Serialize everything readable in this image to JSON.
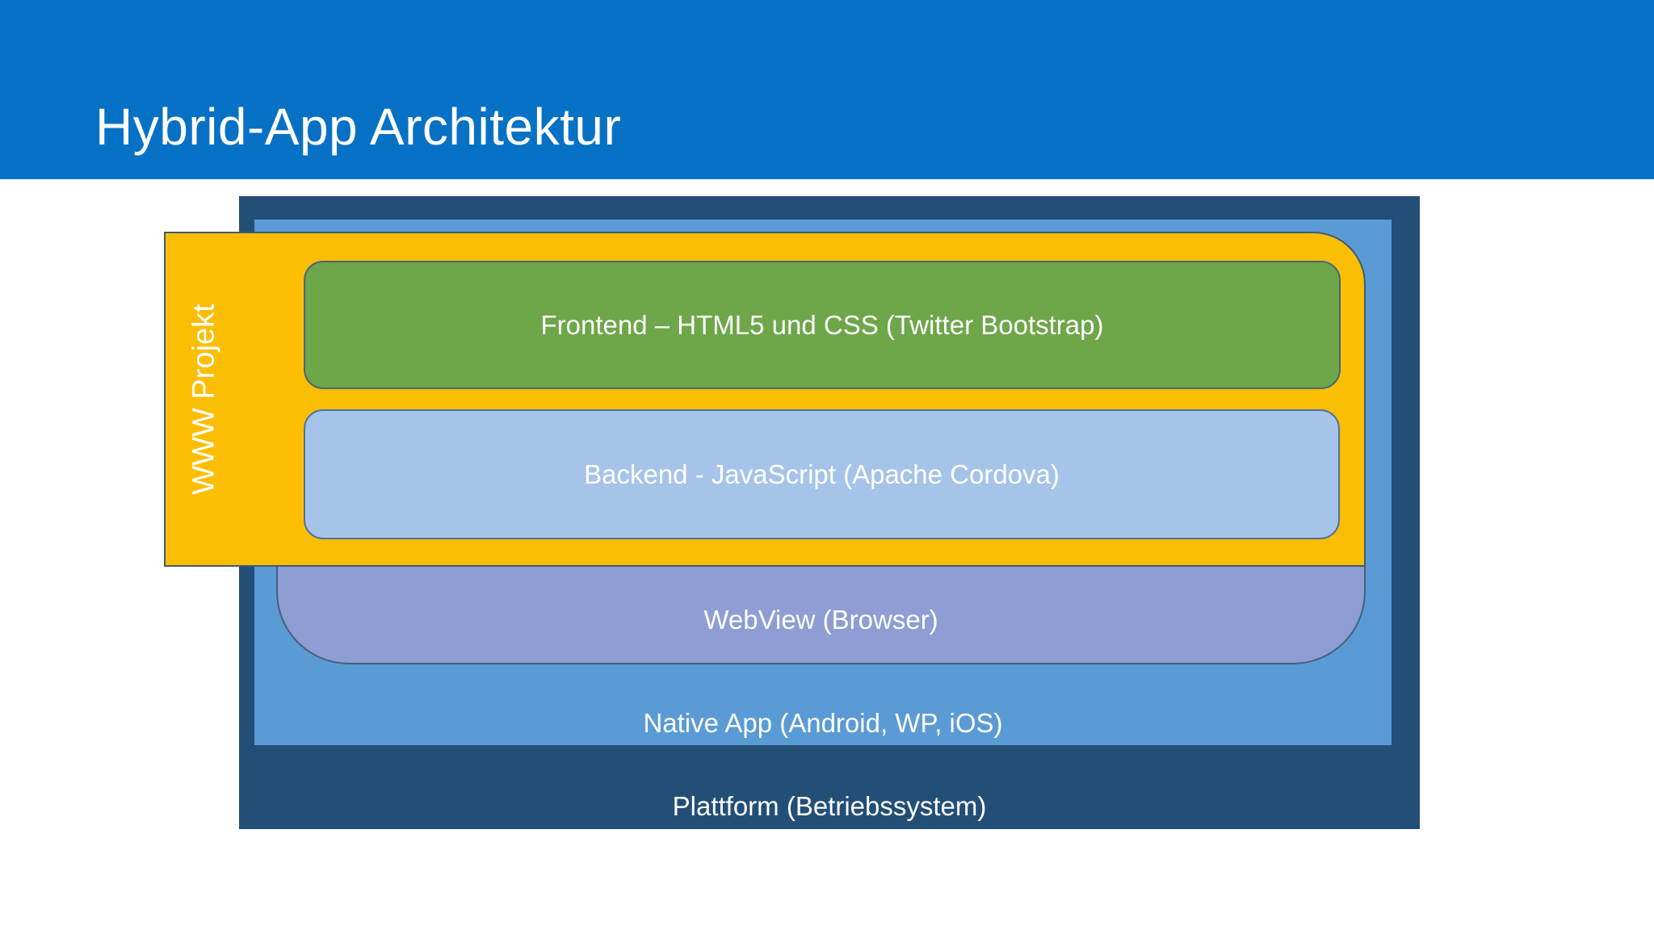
{
  "title": "Hybrid-App Architektur",
  "colors": {
    "header": "#0771C5",
    "platform": "#234E76",
    "native_app": "#5B9BD5",
    "webview": "#8E9DD3",
    "www_project": "#FCBE03",
    "frontend": "#6EA64A",
    "backend": "#A6C4E9"
  },
  "layers": {
    "platform": {
      "label": "Plattform (Betriebssystem)"
    },
    "native_app": {
      "label": "Native App (Android, WP, iOS)"
    },
    "webview": {
      "label": "WebView (Browser)"
    },
    "www_project": {
      "label": "WWW Projekt"
    },
    "frontend": {
      "label": "Frontend – HTML5 und CSS (Twitter Bootstrap)"
    },
    "backend": {
      "label": "Backend - JavaScript (Apache Cordova)"
    }
  }
}
